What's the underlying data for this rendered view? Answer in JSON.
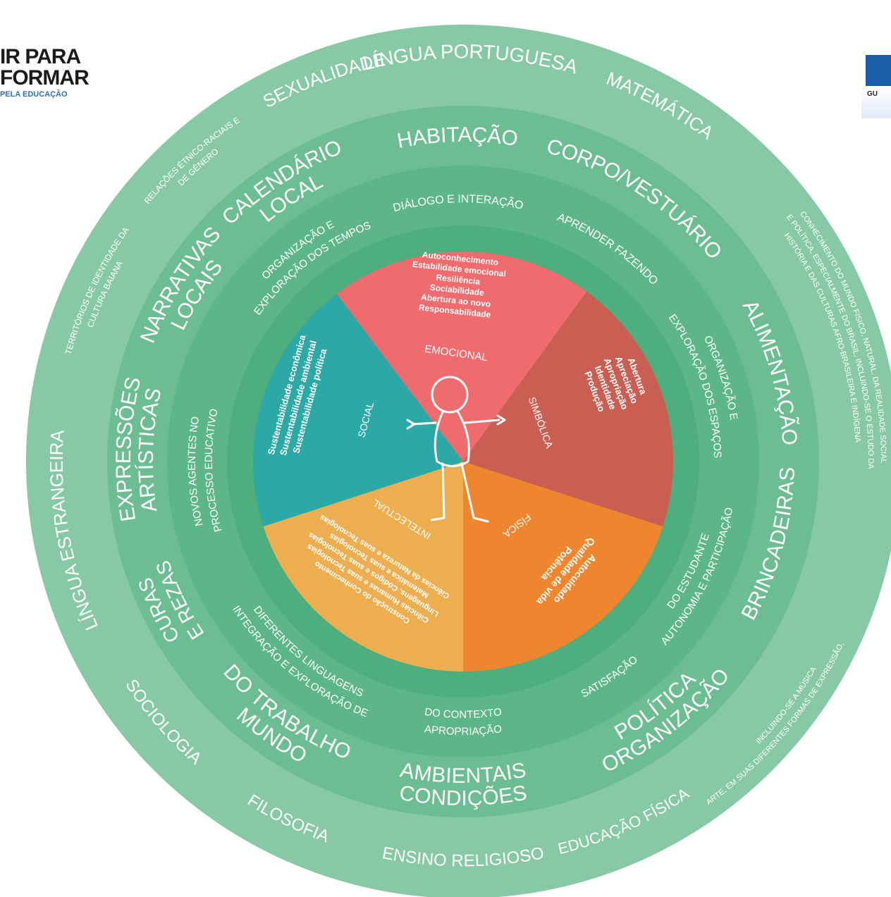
{
  "logos": {
    "left_line1": "IR PARA",
    "left_line2": "FORMAR",
    "left_line3": "PELA EDUCAÇÃO",
    "right_text": "GU"
  },
  "colors": {
    "ring_outer": "#86c9a4",
    "ring_3": "#6cbd92",
    "ring_2": "#5db688",
    "ring_1": "#4fae7d",
    "emocional": "#ef6b6e",
    "simbolica": "#c95e52",
    "fisica": "#f08530",
    "intelectual": "#ecae4f",
    "social": "#2ca8a6",
    "text": "#ffffff"
  },
  "outer_ring": [
    "LÍNGUA PORTUGUESA",
    "MATEMÁTICA",
    "CONHECIMENTO DO MUNDO FÍSICO, NATURAL, DA REALIDADE SOCIAL",
    "E POLÍTICA, ESPECIALMENTE DO BRASIL, INCLUINDO-SE O ESTUDO DA",
    "HISTÓRIA E DAS CULTURAS AFRO-BRASILEIRA E INDÍGENA",
    "ARTE, EM SUAS DIFERENTES FORMAS DE EXPRESSÃO,",
    "INCLUINDO-SE A MÚSICA",
    "EDUCAÇÃO FÍSICA",
    "ENSINO RELIGIOSO",
    "FILOSOFIA",
    "SOCIOLOGIA",
    "LÍNGUA ESTRANGEIRA",
    "TERRITÓRIOS DE IDENTIDADE DA",
    "CULTURA BAIANA",
    "RELAÇÕES ÉTNICO-RACIAIS E",
    "DE GÊNERO",
    "SEXUALIDADE"
  ],
  "third_ring": [
    "HABITAÇÃO",
    "CORPO/VESTUÁRIO",
    "ALIMENTAÇÃO",
    "BRINCADEIRAS",
    "ORGANIZAÇÃO",
    "POLÍTICA",
    "CONDIÇÕES",
    "AMBIENTAIS",
    "MUNDO",
    "DO TRABALHO",
    "CURAS",
    "E REZAS",
    "EXPRESSÕES",
    "ARTÍSTICAS",
    "NARRATIVAS",
    "LOCAIS",
    "CALENDÁRIO",
    "LOCAL"
  ],
  "second_ring": [
    "DIÁLOGO E INTERAÇÃO",
    "APRENDER FAZENDO",
    "ORGANIZAÇÃO E",
    "EXPLORAÇÃO DOS ESPAÇOS",
    "AUTONOMIA E PARTICIPAÇÃO",
    "DO ESTUDANTE",
    "SATISFAÇÃO",
    "APROPRIAÇÃO",
    "DO CONTEXTO",
    "INTEGRAÇÃO E EXPLORAÇÃO DE",
    "DIFERENTES LINGUAGENS",
    "NOVOS AGENTES NO",
    "PROCESSO EDUCATIVO",
    "ORGANIZAÇÃO E",
    "EXPLORAÇÃO DOS TEMPOS"
  ],
  "dimensions": [
    {
      "name": "EMOCIONAL",
      "items": [
        "Autoconhecimento",
        "Estabilidade emocional",
        "Resiliência",
        "Sociabilidade",
        "Abertura ao novo",
        "Responsabilidade"
      ]
    },
    {
      "name": "SIMBÓLICA",
      "items": [
        "Abertura",
        "Apreciação",
        "Apropriação",
        "Identidade",
        "Produção"
      ]
    },
    {
      "name": "FÍSICA",
      "items": [
        "Autocuidado",
        "Qualidade de vida",
        "Potência"
      ]
    },
    {
      "name": "INTELECTUAL",
      "items": [
        "Construção do Conhecimento",
        "Ciências Humanas e suas Tecnologias",
        "Linguagens, Códigos e suas Tecnologias",
        "Matemática e suas Tecnologias",
        "Ciências da Natureza e suas Tecnologias"
      ]
    },
    {
      "name": "SOCIAL",
      "items": [
        "Sustentabilidade econômica",
        "Sustentabilidade ambiental",
        "Sustentabilidade política"
      ]
    }
  ]
}
